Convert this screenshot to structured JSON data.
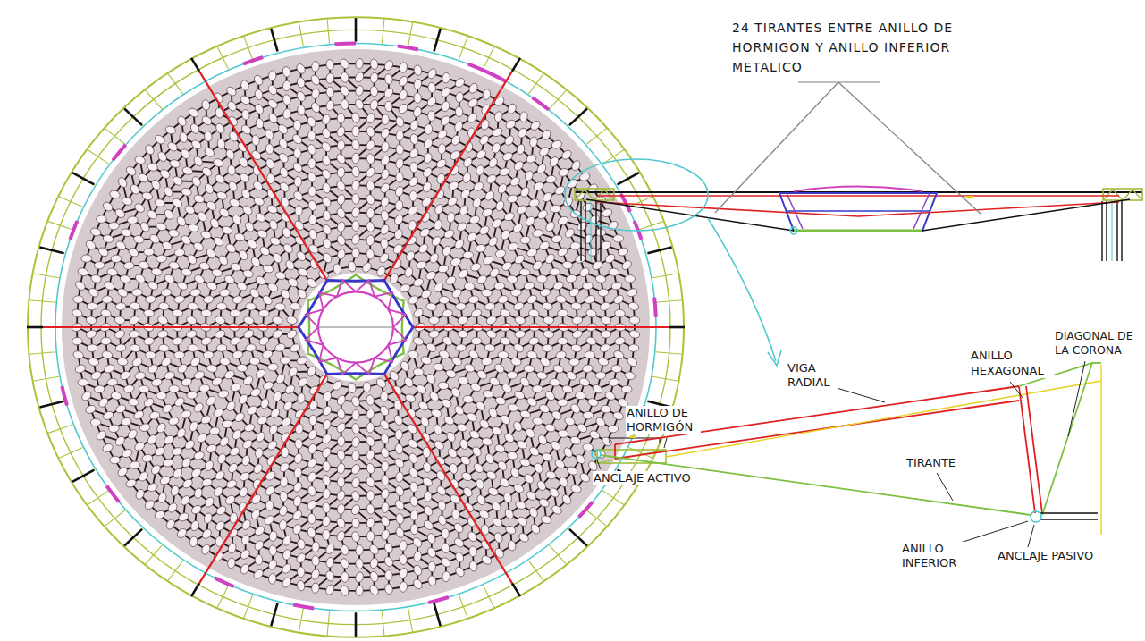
{
  "diagram": {
    "labels": [
      "24 TIRANTES ENTRE ANILLO DE HORMIGON Y ANILLO INFERIOR METALICO",
      "ANILLO DE HORMIGÓN",
      "VIGA RADIAL",
      "ANILLO HEXAGONAL",
      "DIAGONAL DE LA CORONA",
      "ANCLAJE ACTIVO",
      "TIRANTE",
      "ANILLO INFERIOR",
      "ANCLAJE PASIVO"
    ]
  }
}
